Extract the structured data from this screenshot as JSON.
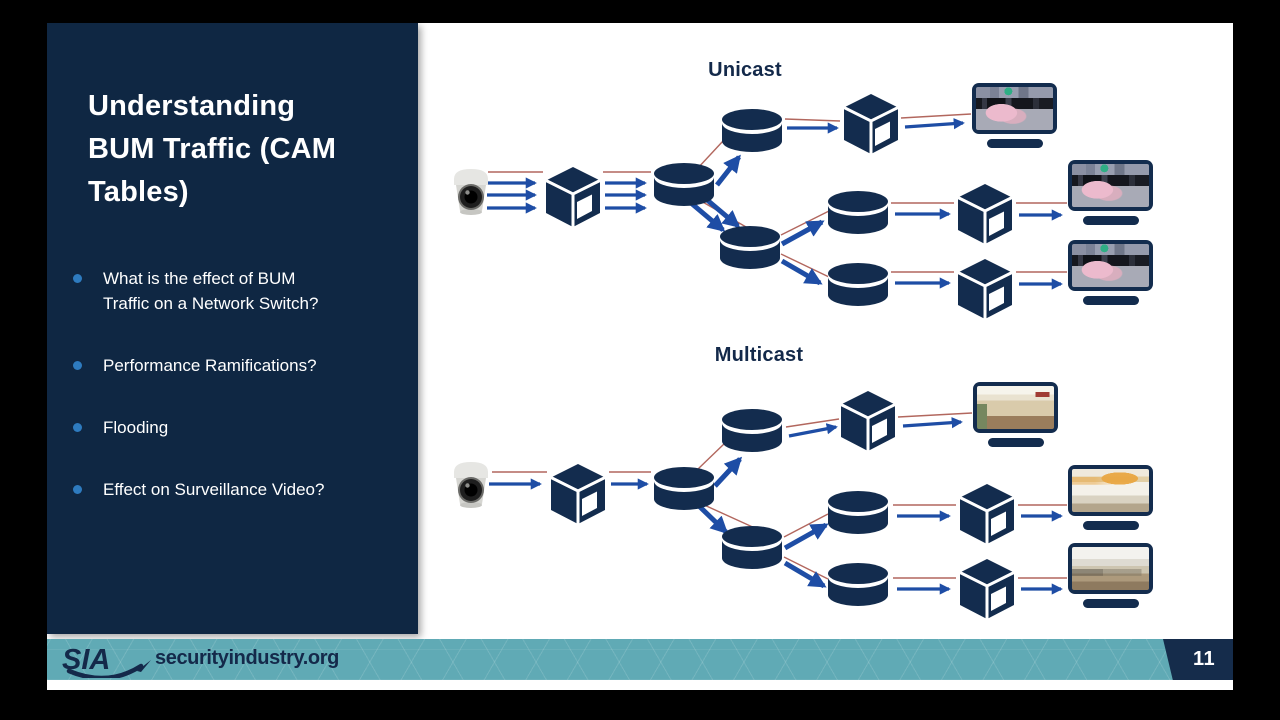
{
  "slide": {
    "sidebar": {
      "title_lines": [
        "Understanding",
        "BUM Traffic (CAM",
        "Tables)"
      ],
      "bullets": [
        "What is the effect of BUM Traffic on a Network Switch?",
        "Performance Ramifications?",
        "Flooding",
        "Effect on Surveillance Video?"
      ]
    },
    "diagrams": {
      "unicast_label": "Unicast",
      "multicast_label": "Multicast"
    },
    "footer": {
      "logo": "SIA",
      "website": "securityindustry.org",
      "page_number": "11"
    },
    "colors": {
      "sidebar_navy": "#0f2743",
      "shape_navy": "#132c4e",
      "arrow_blue": "#1e4da5",
      "stream_red": "#b2675e",
      "footer_teal": "#60aab5",
      "bullet_blue": "#2e7bbf"
    }
  }
}
